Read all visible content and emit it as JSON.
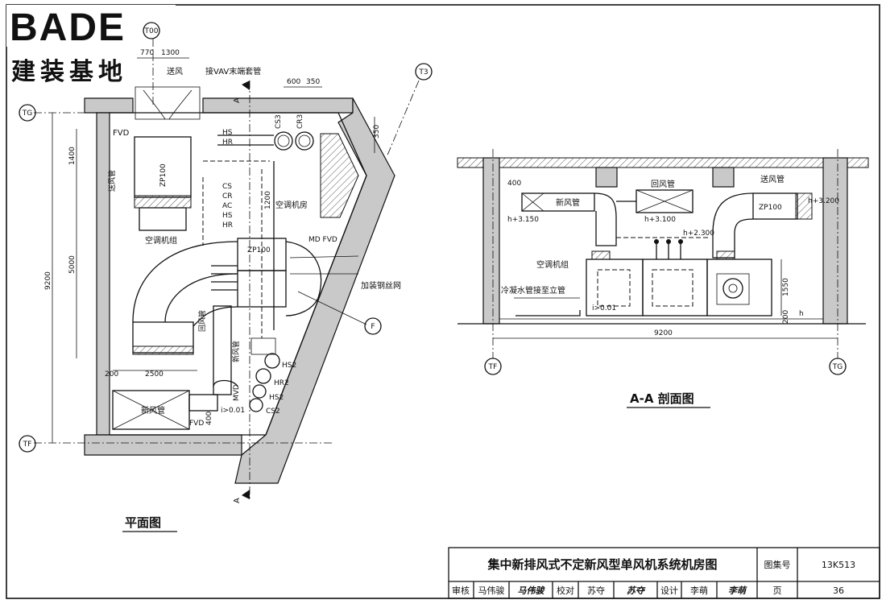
{
  "logo": {
    "brand": "BADE",
    "subtitle": "建装基地"
  },
  "plan": {
    "caption": "平面图",
    "grid_labels": {
      "tg": "TG",
      "tf": "TF",
      "t3": "T3",
      "t00": "T00",
      "f": "F"
    },
    "section_marks": [
      "A",
      "A"
    ],
    "dims": {
      "d770": "770",
      "d1300": "1300",
      "d600": "600",
      "d350": "350",
      "d350b": "350",
      "d1400": "1400",
      "d5000": "5000",
      "d9200": "9200",
      "d200": "200",
      "d2500": "2500",
      "d400": "400",
      "d1200": "1200"
    },
    "labels": {
      "vav": "接VAV末端套管",
      "supply_air": "送风",
      "fvd_top": "FVD",
      "send_pipe": "送风管",
      "zp100": "ZP100",
      "hs": "HS",
      "hr": "HR",
      "cs3": "CS3",
      "cr3": "CR3",
      "cs": "CS",
      "cr": "CR",
      "ac": "AC",
      "hs2": "HS",
      "hr2": "HR",
      "ahu_room": "空调机房",
      "ahu_unit": "空调机组",
      "zp100b": "ZP100",
      "md_fvd": "MD FVD",
      "mesh": "加装钢丝网",
      "return_pipe": "回风管",
      "fresh_pipe": "新风管",
      "fresh_pipe_box": "新风管",
      "mvd": "MVD",
      "fvd_bottom": "FVD",
      "slope": "i>0.01",
      "ths2": "HS2",
      "thr2": "HR2",
      "bhs2": "HS2",
      "cs2": "CS2"
    }
  },
  "section": {
    "caption": "A-A 剖面图",
    "grid_labels": {
      "tf": "TF",
      "tg": "TG"
    },
    "labels": {
      "d400": "400",
      "return_pipe": "回风管",
      "supply_pipe": "送风管",
      "fresh_pipe": "新风管",
      "h3150": "h+3.150",
      "h3100": "h+3.100",
      "zp100": "ZP100",
      "h3200": "h+3.200",
      "h2300": "h+2.300",
      "ahu_unit": "空调机组",
      "condensate": "冷凝水管接至立管",
      "slope": "i>0.01",
      "d1550": "1550",
      "d200": "200",
      "d9200": "9200",
      "h_mark": "h"
    }
  },
  "title_block": {
    "title": "集中新排风式不定新风型单风机系统机房图",
    "atlas_no_label": "图集号",
    "atlas_no": "13K513",
    "review_label": "审核",
    "reviewer": "马伟骏",
    "reviewer_sig": "马伟骏",
    "proof_label": "校对",
    "proofreader": "苏夺",
    "proofreader_sig": "苏夺",
    "design_label": "设计",
    "designer": "李萌",
    "designer_sig": "李萌",
    "page_label": "页",
    "page_no": "36"
  }
}
